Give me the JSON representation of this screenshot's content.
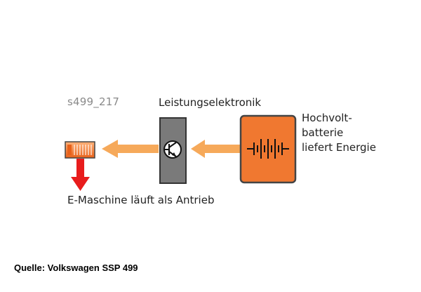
{
  "image_code": "s499_217",
  "power_electronics_label": "Leistungselektronik",
  "battery_label_lines": [
    "Hochvolt-",
    "batterie",
    "liefert Energie"
  ],
  "motor_label": "E-Maschine läuft als Antrieb",
  "source_label": "Quelle: Volkswagen SSP 499",
  "colors": {
    "battery_fill": "#f07830",
    "battery_border": "#444444",
    "arrow": "#f6a95a",
    "electronics_fill": "#777777",
    "motor_fill": "#f07a2c",
    "drive_arrow": "#e81c1c"
  },
  "icons": {
    "battery": "battery-symbol-icon",
    "transistor": "transistor-icon",
    "motor": "electric-motor-icon",
    "drive": "drive-arrow-icon"
  }
}
